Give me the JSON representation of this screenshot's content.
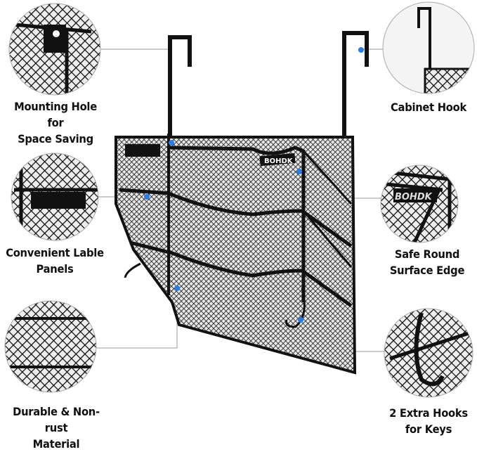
{
  "features": [
    {
      "label_line1": "Mounting Hole for",
      "label_line2": "Space Saving"
    },
    {
      "label_line1": "Convenient Lable",
      "label_line2": "Panels"
    },
    {
      "label_line1": "Durable & Non-rust",
      "label_line2": "Material"
    },
    {
      "label_line1": "Cabinet Hook",
      "label_line2": ""
    },
    {
      "label_line1": "Safe Round",
      "label_line2": "Surface Edge"
    },
    {
      "label_line1": "2 Extra Hooks",
      "label_line2": "for Keys"
    }
  ],
  "brand": "BOHDK",
  "colors": {
    "product": "#111111",
    "marker": "#2a7de1",
    "connector": "#999999"
  }
}
